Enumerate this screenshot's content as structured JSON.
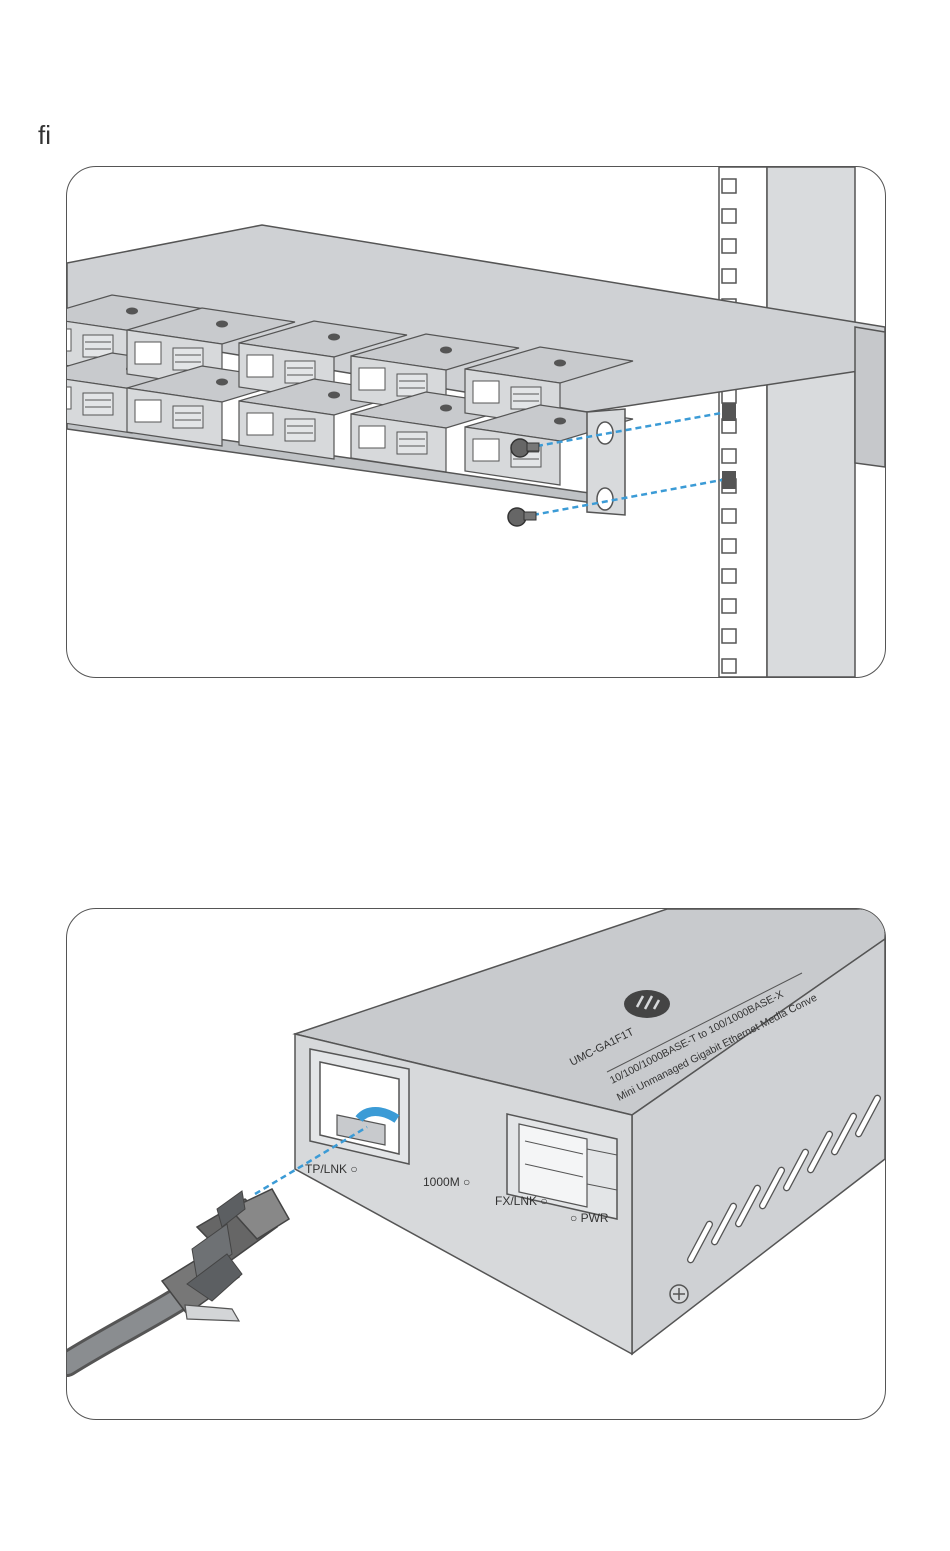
{
  "page_marker": "fi",
  "figure2": {
    "model_label": "UMC-GA1F1T",
    "product_line1": "10/100/1000BASE-T to 100/1000BASE-X",
    "product_line2": "Mini Unmanaged Gigabit Ethernet Media Conve",
    "port_tp_label": "TP/LNK ○",
    "led_1000m_label": "1000M ○",
    "port_fx_label": "FX/LNK ○",
    "led_pwr_label": "○ PWR"
  },
  "colors": {
    "body": "#d3d5d7",
    "body_top": "#c8cacd",
    "body_dark": "#a9acaf",
    "outline": "#555555",
    "accent": "#3b9bd6"
  }
}
